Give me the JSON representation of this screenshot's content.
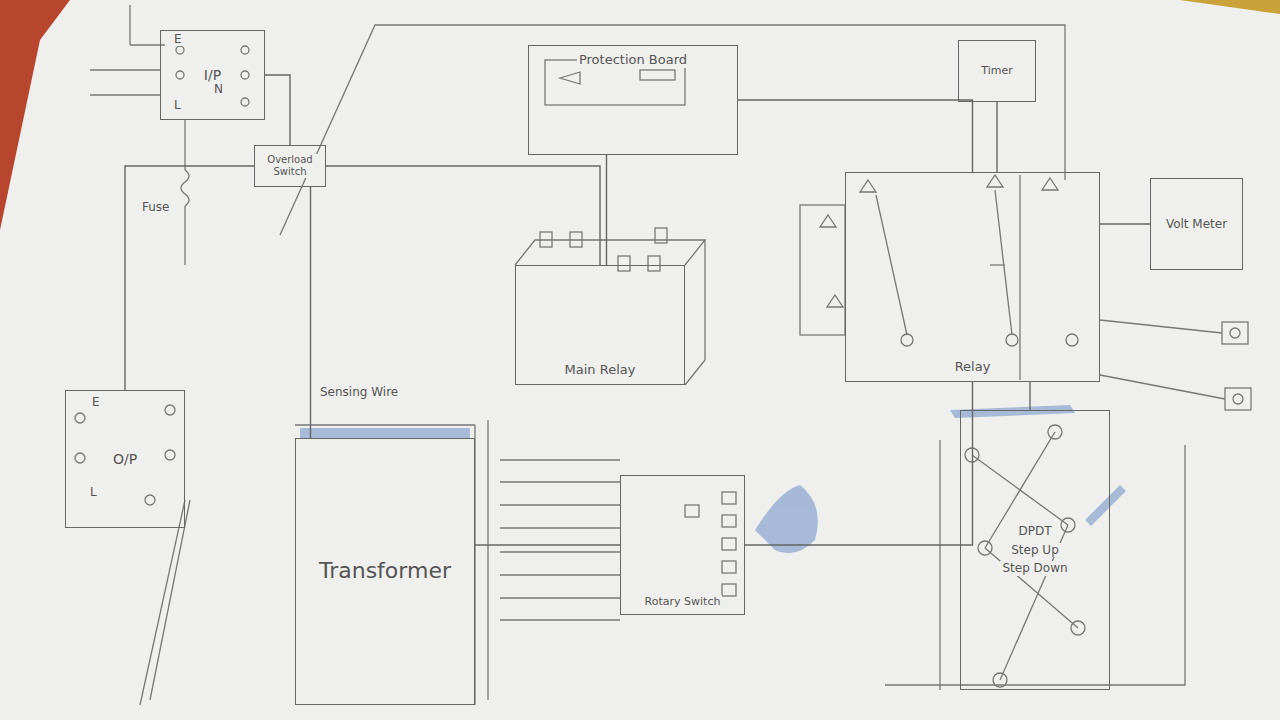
{
  "diagram": {
    "nodes": [
      {
        "text": [
          "I/P"
        ]
      },
      {
        "text": [
          "Overload Switch"
        ]
      },
      {
        "text": [
          "Protection Board"
        ]
      },
      {
        "text": [
          "Timer"
        ]
      },
      {
        "text": [
          "Main Relay"
        ]
      },
      {
        "text": [
          "Relay"
        ]
      },
      {
        "text": [
          "Volt Meter"
        ]
      },
      {
        "text": [
          "O/P"
        ]
      },
      {
        "text": [
          "Transformer"
        ]
      },
      {
        "text": [
          "Rotary Switch"
        ]
      },
      {
        "text": [
          "DPDT",
          "Step Up",
          "Step Down"
        ]
      }
    ],
    "edges": [
      {
        "from": 0,
        "to": 1,
        "arrow": "none"
      },
      {
        "from": 1,
        "to": 7,
        "arrow": "none"
      },
      {
        "from": 1,
        "to": 4,
        "arrow": "none"
      },
      {
        "from": 2,
        "to": 4,
        "arrow": "none"
      },
      {
        "from": 2,
        "to": 5,
        "arrow": "none"
      },
      {
        "from": 3,
        "to": 5,
        "arrow": "none"
      },
      {
        "from": 5,
        "to": 6,
        "arrow": "none"
      },
      {
        "from": 8,
        "to": 9,
        "arrow": "none"
      },
      {
        "from": 9,
        "to": 5,
        "arrow": "none"
      },
      {
        "from": 5,
        "to": 10,
        "arrow": "none"
      },
      {
        "from": 1,
        "to": 8,
        "arrow": "none"
      }
    ],
    "labels": [
      "E",
      "N",
      "L",
      "E",
      "L",
      "Fuse",
      "Sensing Wire"
    ]
  }
}
